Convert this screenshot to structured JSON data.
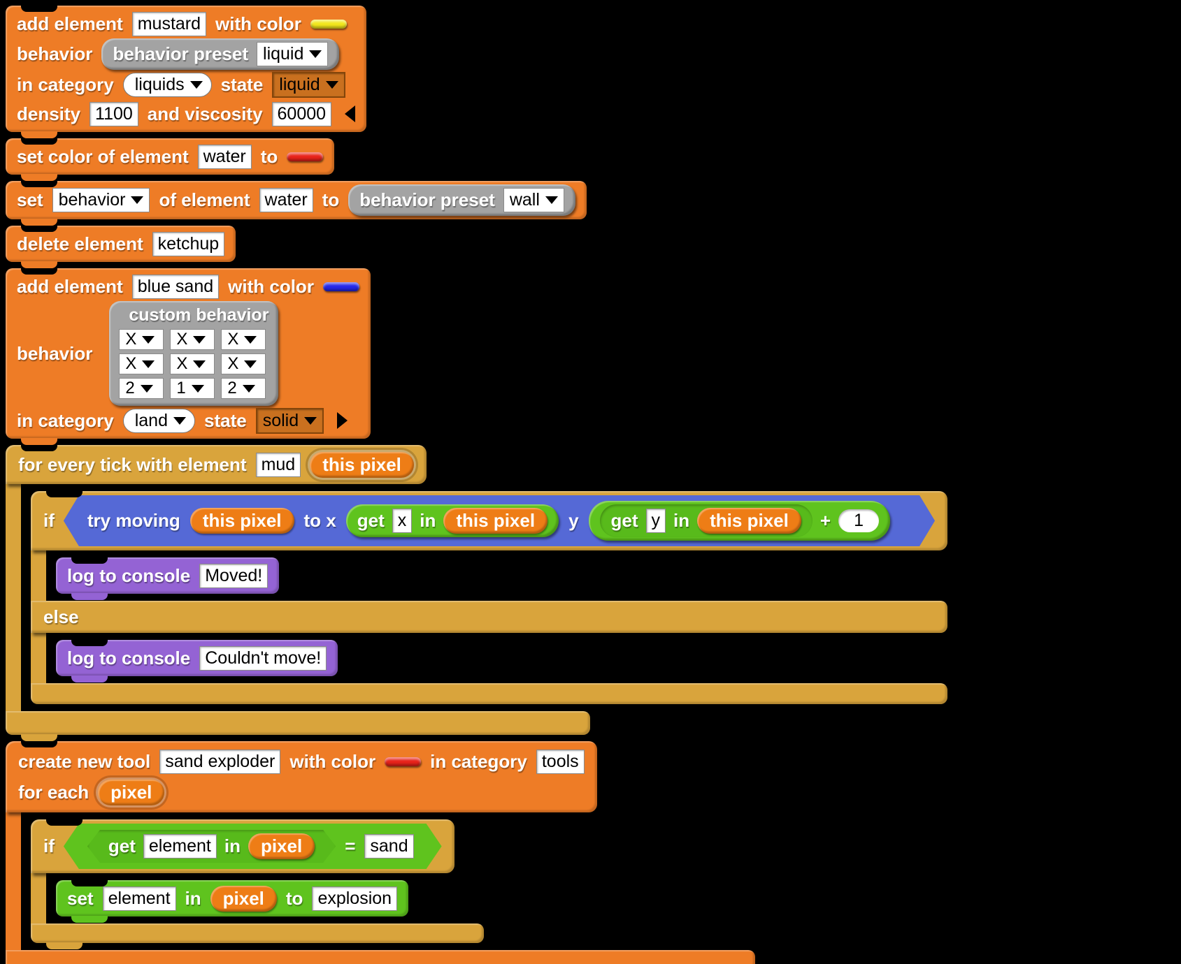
{
  "colors": {
    "mustard_swatch": "#f2e71d",
    "water_swatch": "#e8221a",
    "blue_sand_swatch": "#2428e8",
    "tool_swatch": "#e8221a"
  },
  "add_mustard": {
    "add_element": "add element",
    "name": "mustard",
    "with_color": "with color",
    "behavior": "behavior",
    "preset_label": "behavior preset",
    "preset_value": "liquid",
    "in_category": "in category",
    "category": "liquids",
    "state_label": "state",
    "state": "liquid",
    "density_label": "density",
    "density": "1100",
    "viscosity_label": "and viscosity",
    "viscosity": "60000"
  },
  "set_color": {
    "label": "set color of element",
    "name": "water",
    "to": "to"
  },
  "set_behavior": {
    "set": "set",
    "property": "behavior",
    "of_element": "of element",
    "name": "water",
    "to": "to",
    "preset_label": "behavior preset",
    "preset_value": "wall"
  },
  "delete_element": {
    "label": "delete element",
    "name": "ketchup"
  },
  "add_blue_sand": {
    "add_element": "add element",
    "name": "blue sand",
    "with_color": "with color",
    "behavior": "behavior",
    "custom_title": "custom behavior",
    "grid": [
      [
        "X",
        "X",
        "X"
      ],
      [
        "X",
        "X",
        "X"
      ],
      [
        "2",
        "1",
        "2"
      ]
    ],
    "in_category": "in category",
    "category": "land",
    "state_label": "state",
    "state": "solid"
  },
  "tick_script": {
    "header": "for every tick with element",
    "element": "mud",
    "upvar": "this pixel",
    "if": "if",
    "try_moving": "try moving",
    "pixel_var": "this pixel",
    "to_x": "to x",
    "get": "get",
    "x_slot": "x",
    "in": "in",
    "y_label": "y",
    "y_slot": "y",
    "plus": "+",
    "one": "1",
    "log_label": "log to console",
    "log_moved": "Moved!",
    "else": "else",
    "log_not_moved": "Couldn't move!"
  },
  "tool_script": {
    "create": "create new tool",
    "name": "sand exploder",
    "with_color": "with color",
    "in_category": "in category",
    "category": "tools",
    "for_each": "for each",
    "upvar": "pixel",
    "if": "if",
    "get": "get",
    "element_slot": "element",
    "in": "in",
    "pixel_var": "pixel",
    "equals": "=",
    "compare_value": "sand",
    "set": "set",
    "set_slot": "element",
    "to": "to",
    "set_value": "explosion"
  }
}
